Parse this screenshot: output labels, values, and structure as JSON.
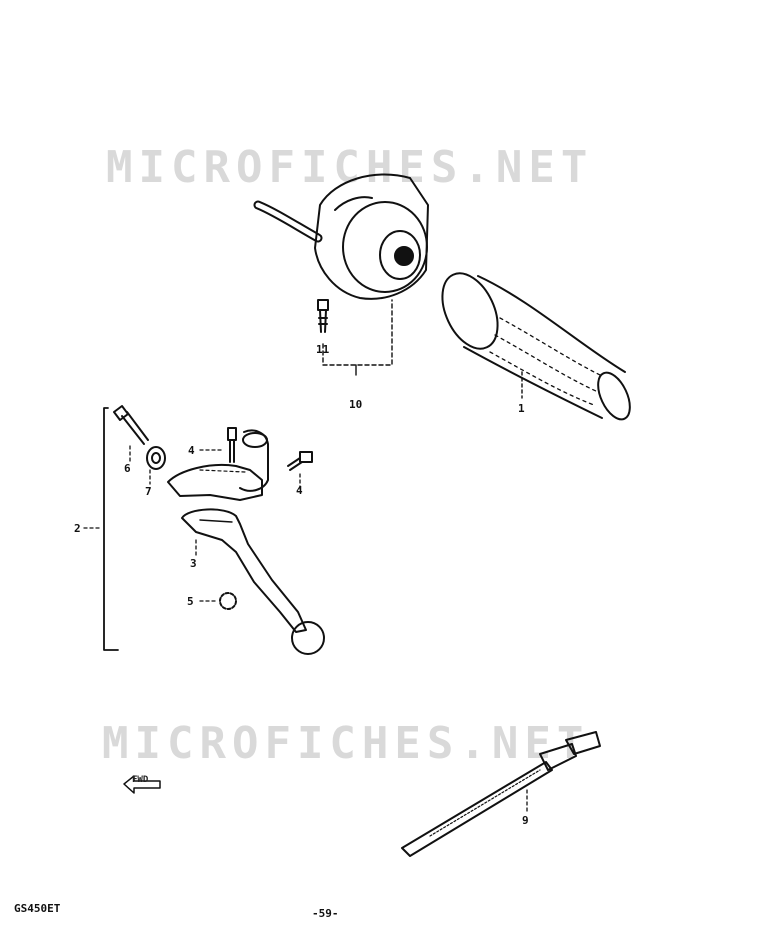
{
  "watermarks": [
    "MICROFICHES.NET",
    "MICROFICHES.NET"
  ],
  "callouts": [
    {
      "id": "1",
      "label": "1"
    },
    {
      "id": "2",
      "label": "2"
    },
    {
      "id": "3",
      "label": "3"
    },
    {
      "id": "4",
      "label": "4"
    },
    {
      "id": "5",
      "label": "5"
    },
    {
      "id": "6",
      "label": "6"
    },
    {
      "id": "7",
      "label": "7"
    },
    {
      "id": "8",
      "label": "4"
    },
    {
      "id": "9",
      "label": "9"
    },
    {
      "id": "10",
      "label": "10"
    },
    {
      "id": "11",
      "label": "11"
    }
  ],
  "forward_marker": "FWD",
  "footer": {
    "model": "GS450ET",
    "page": "-59-"
  }
}
